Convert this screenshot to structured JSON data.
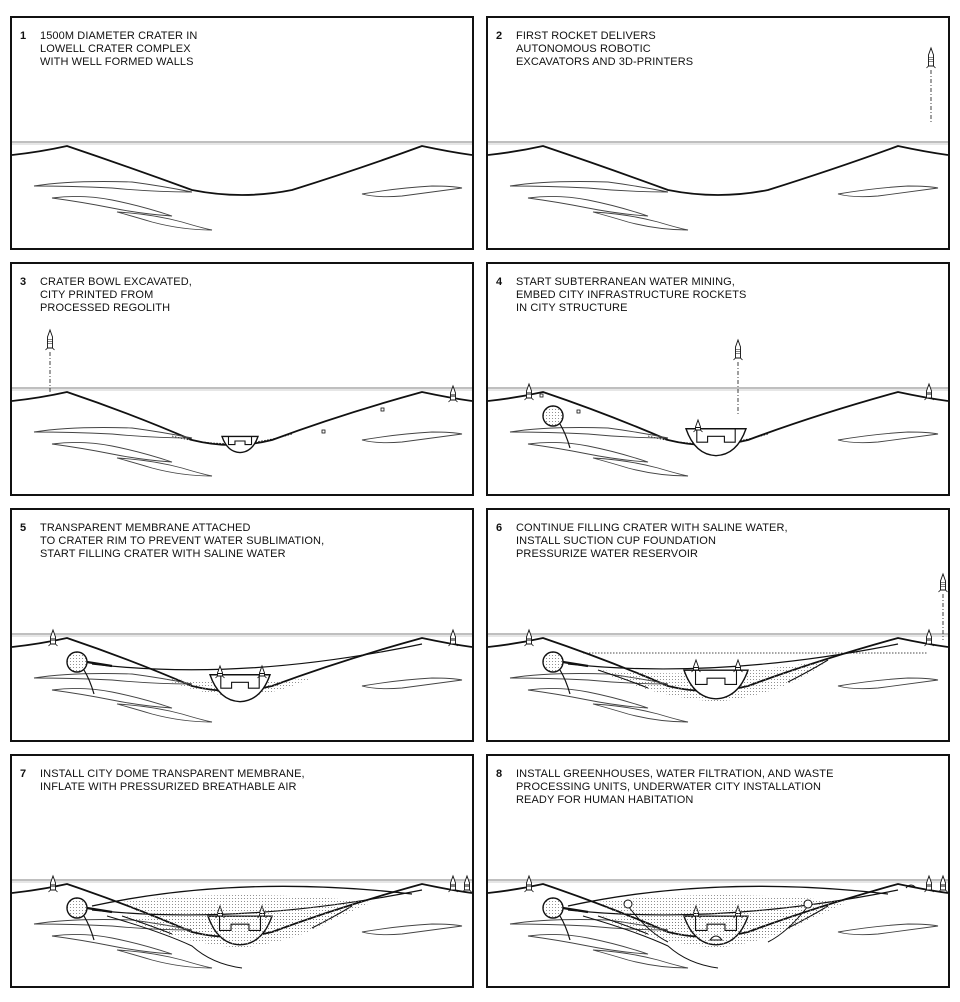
{
  "panels": [
    {
      "number": "1",
      "caption": "1500m DIAMETER CRATER IN\nLOWELL CRATER COMPLEX\nWITH WELL FORMED WALLS"
    },
    {
      "number": "2",
      "caption": "FIRST ROCKET DELIVERS\nAUTONOMOUS ROBOTIC\nEXCAVATORS AND 3D-PRINTERS"
    },
    {
      "number": "3",
      "caption": "CRATER BOWL EXCAVATED,\nCITY PRINTED FROM\nPROCESSED REGOLITH"
    },
    {
      "number": "4",
      "caption": "START SUBTERRANEAN WATER MINING,\nEMBED CITY INFRASTRUCTURE ROCKETS\nIN CITY STRUCTURE"
    },
    {
      "number": "5",
      "caption": "TRANSPARENT MEMBRANE ATTACHED\nTO CRATER RIM TO PREVENT WATER SUBLIMATION,\nSTART FILLING CRATER WITH SALINE WATER"
    },
    {
      "number": "6",
      "caption": "CONTINUE FILLING CRATER WITH SALINE WATER,\nINSTALL SUCTION CUP FOUNDATION\nPRESSURIZE WATER RESERVOIR"
    },
    {
      "number": "7",
      "caption": "INSTALL CITY DOME TRANSPARENT MEMBRANE,\nINFLATE WITH PRESSURIZED BREATHABLE AIR"
    },
    {
      "number": "8",
      "caption": "INSTALL GREENHOUSES, WATER FILTRATION, AND WASTE\nPROCESSING UNITS, UNDERWATER CITY INSTALLATION\nREADY FOR HUMAN HABITATION"
    }
  ],
  "colors": {
    "ink": "#111111",
    "horizon": "#555555",
    "water_hatch": "#777777"
  }
}
